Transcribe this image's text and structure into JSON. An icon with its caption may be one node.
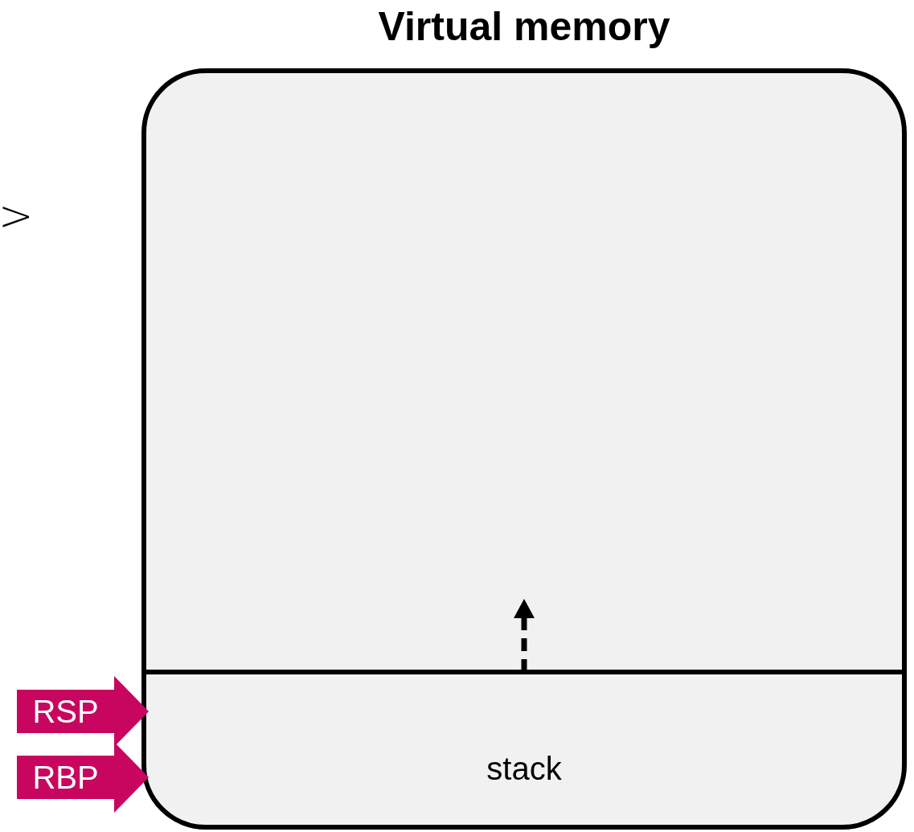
{
  "diagram": {
    "nodes": [
      {
        "text": [
          "Virtual memory"
        ]
      },
      {
        "text": [
          "stack"
        ],
        "in": 0
      }
    ],
    "edges": [
      {
        "from": 1,
        "to": null,
        "arrow": "to",
        "style": "dashed",
        "color": "#000000"
      },
      {
        "from": null,
        "to": 1,
        "arrow": "to",
        "label": "RSP",
        "color": "#c8065f"
      },
      {
        "from": null,
        "to": 1,
        "arrow": "to",
        "label": "RBP",
        "color": "#c8065f"
      }
    ],
    "labels": [
      ">"
    ]
  }
}
